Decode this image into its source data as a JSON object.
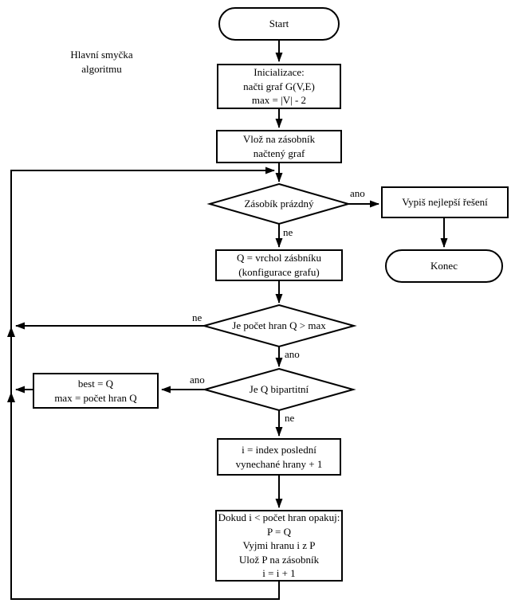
{
  "page": {
    "background": "#ffffff",
    "stroke_color": "#000000"
  },
  "annotation": {
    "text": "Hlavní smyčka\nalgoritmu"
  },
  "nodes": {
    "start": {
      "type": "terminator",
      "label": "Start"
    },
    "init": {
      "type": "process",
      "label": "Inicializace:\nnačti graf G(V,E)\nmax = |V| - 2"
    },
    "push": {
      "type": "process",
      "label": "Vlož na zásobník\nnačtený graf"
    },
    "stack_empty": {
      "type": "decision",
      "label": "Zásobík prázdný"
    },
    "print_best": {
      "type": "process",
      "label": "Vypiš nejlepší řešení"
    },
    "end": {
      "type": "terminator",
      "label": "Konec"
    },
    "pop": {
      "type": "process",
      "label": "Q = vrchol zásbníku\n(konfigurace grafu)"
    },
    "edge_count": {
      "type": "decision",
      "label": "Je počet hran Q > max"
    },
    "bipartite": {
      "type": "decision",
      "label": "Je Q bipartitní"
    },
    "best": {
      "type": "process",
      "label": "best = Q\nmax = počet hran Q"
    },
    "index": {
      "type": "process",
      "label": "i = index poslední\nvynechané hrany + 1"
    },
    "loop": {
      "type": "process",
      "label": "Dokud i < počet hran opakuj:\nP = Q\nVyjmi hranu i z P\nUlož P na zásobník\ni = i + 1"
    }
  },
  "edge_labels": {
    "stack_empty_yes": "ano",
    "stack_empty_no": "ne",
    "edge_count_no": "ne",
    "edge_count_yes": "ano",
    "bipartite_yes": "ano",
    "bipartite_no": "ne"
  }
}
